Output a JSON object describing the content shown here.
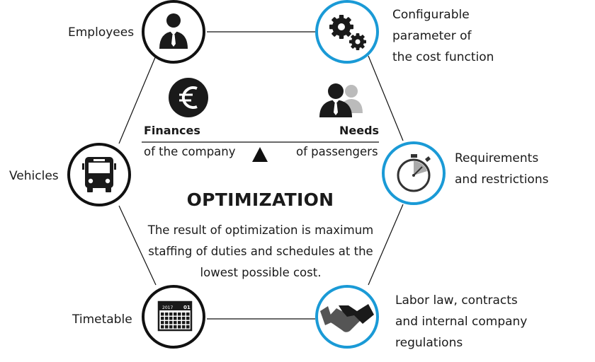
{
  "colors": {
    "dark_ring": "#111111",
    "blue_ring": "#1a9ad6",
    "icon": "#1a1a1a",
    "icon_light": "#bbbbbb",
    "line": "#111111"
  },
  "nodes": {
    "employees": {
      "icon": "employee-icon",
      "lines": [
        "Employees"
      ]
    },
    "vehicles": {
      "icon": "bus-icon",
      "lines": [
        "Vehicles"
      ]
    },
    "timetable": {
      "icon": "calendar-icon",
      "lines": [
        "Timetable"
      ],
      "calendar_year": "2017",
      "calendar_month": "01"
    },
    "configurable": {
      "icon": "gears-icon",
      "lines": [
        "Configurable",
        "parameter of",
        "the cost function"
      ]
    },
    "requirements": {
      "icon": "stopwatch-icon",
      "lines": [
        "Requirements",
        "and restrictions"
      ]
    },
    "labor": {
      "icon": "handshake-icon",
      "lines": [
        "Labor law, contracts",
        "and internal company",
        "regulations"
      ]
    }
  },
  "balance": {
    "left_icon": "euro-icon",
    "right_icon": "passengers-icon",
    "left_title": "Finances",
    "left_subtitle": "of the company",
    "right_title": "Needs",
    "right_subtitle": "of passengers",
    "fulcrum_icon": "triangle-fulcrum-icon"
  },
  "optimization": {
    "title": "OPTIMIZATION",
    "description": [
      "The result of optimization is maximum",
      "staffing of duties and schedules at the",
      "lowest possible cost."
    ]
  }
}
